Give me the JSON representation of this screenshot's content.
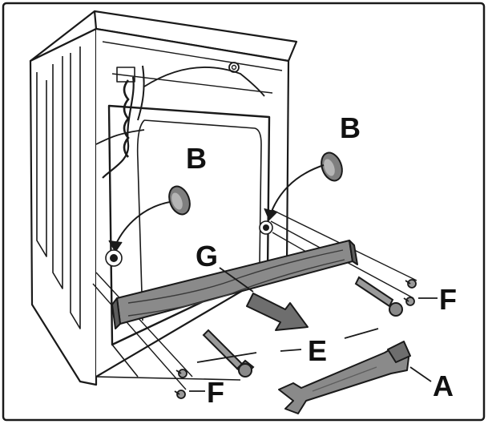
{
  "labels": {
    "b_left": "B",
    "b_right": "B",
    "g": "G",
    "e": "E",
    "f_right": "F",
    "f_bottom": "F",
    "a": "A"
  },
  "colors": {
    "line": "#1a1a1a",
    "part_fill": "#8a8a8a",
    "part_dark": "#5e5e5e",
    "background": "#ffffff"
  }
}
